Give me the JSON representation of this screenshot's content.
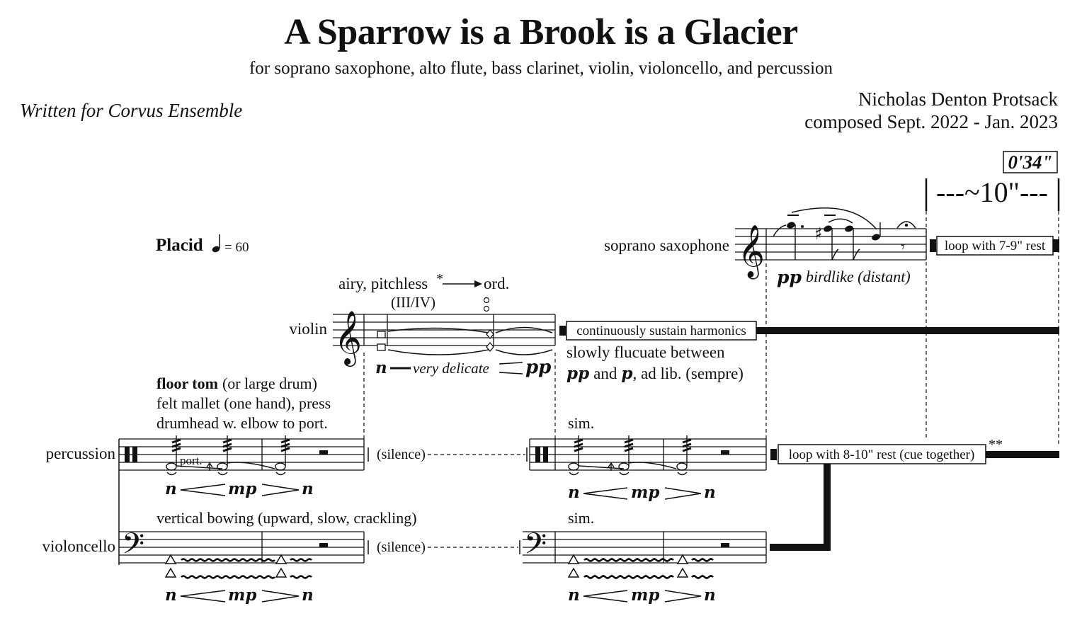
{
  "header": {
    "title": "A Sparrow is a Brook is a Glacier",
    "subtitle": "for soprano saxophone, alto flute, bass clarinet, violin, violoncello, and percussion",
    "dedication": "Written for Corvus Ensemble",
    "composer": "Nicholas Denton Protsack",
    "dates": "composed Sept. 2022 - Jan. 2023"
  },
  "tempo": {
    "marking": "Placid",
    "bpm": "= 60"
  },
  "timing": {
    "elapsed": "0'34\"",
    "duration": "---~10\"---"
  },
  "instruments": {
    "soprano_sax": "soprano saxophone",
    "violin": "violin",
    "percussion": "percussion",
    "violoncello": "violoncello"
  },
  "saxophone": {
    "dynamic": "pp",
    "expression": "birdlike (distant)",
    "loop_box": "loop with 7-9\" rest"
  },
  "violin": {
    "technique": "airy, pitchless",
    "technique_asterisk": "*",
    "ord": "ord.",
    "strings": "(III/IV)",
    "dyn_start": "n",
    "expression": "very delicate",
    "dyn_end": "pp",
    "sustain_box": "continuously sustain harmonics",
    "fluctuate_line1": "slowly flucuate between",
    "fluct_dyn1": "pp",
    "fluct_and": "and",
    "fluct_dyn2": "p",
    "fluct_rest": ", ad lib. (sempre)"
  },
  "percussion": {
    "instrument_name": "floor tom",
    "instrument_alt": "(or large drum)",
    "instruction_line2": "felt mallet (one hand), press",
    "instruction_line3": "drumhead w. elbow to port.",
    "port": "port.",
    "sim": "sim.",
    "silence": "(silence)",
    "loop_box": "loop with 8-10\" rest (cue together)",
    "footnote": "**",
    "dyn_n": "n",
    "dyn_mp": "mp"
  },
  "cello": {
    "bowing": "vertical bowing (upward, slow, crackling)",
    "sim": "sim.",
    "silence": "(silence)",
    "dyn_n": "n",
    "dyn_mp": "mp"
  }
}
